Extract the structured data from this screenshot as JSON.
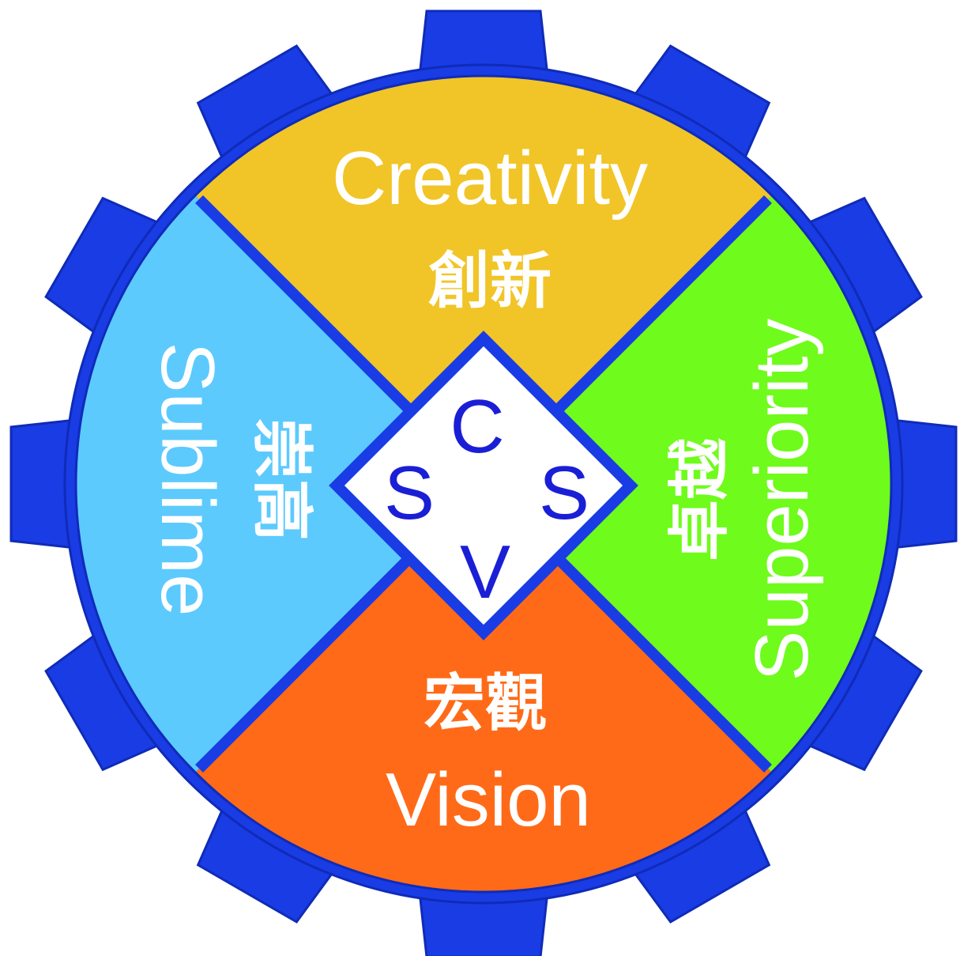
{
  "colors": {
    "gear": "#1a3ce4",
    "gear_outline": "#0f2bb8",
    "creativity": "#f1c527",
    "superiority": "#6ffb1b",
    "vision": "#ff6a18",
    "sublime": "#5ccafd",
    "center": "#ffffff",
    "letters": "#1a1fd6",
    "label_text": "#ffffff"
  },
  "segments": {
    "top": {
      "english": "Creativity",
      "chinese": "創新"
    },
    "right": {
      "english": "Superiority",
      "chinese": "卓越"
    },
    "bottom": {
      "english": "Vision",
      "chinese": "宏觀"
    },
    "left": {
      "english": "Sublime",
      "chinese": "崇高"
    }
  },
  "center": {
    "top_letter": "C",
    "left_letter": "S",
    "right_letter": "S",
    "bottom_letter": "V"
  }
}
